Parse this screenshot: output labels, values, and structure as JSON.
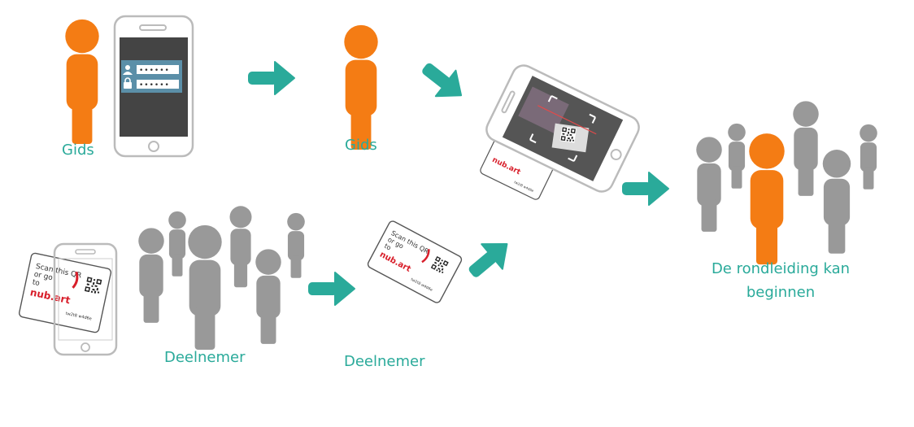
{
  "colors": {
    "teal": "#2aaa9a",
    "guide_orange": "#f47c14",
    "participant_gray": "#999999",
    "phone_outline": "#bbbbbb",
    "phone_screen": "#444444",
    "login_field_bg": "#5b8fa8",
    "brand_red": "#d81e2a"
  },
  "labels": {
    "guide_1": "Gids",
    "guide_2": "Gids",
    "participant_1": "Deelnemer",
    "participant_2": "Deelnemer",
    "result_line1": "De rondleiding kan",
    "result_line2": "beginnen"
  },
  "login": {
    "username_mask": "••••••",
    "password_mask": "••••••"
  },
  "card": {
    "scan_text_line1": "Scan this QR",
    "scan_text_line2": "or go",
    "scan_text_line3": "to",
    "brand": "nub.art",
    "code": "tw2t8 w4d6e"
  },
  "icons": [
    "person-icon",
    "phone-icon",
    "arrow-icon",
    "qr-code-icon",
    "user-icon",
    "lock-icon"
  ]
}
